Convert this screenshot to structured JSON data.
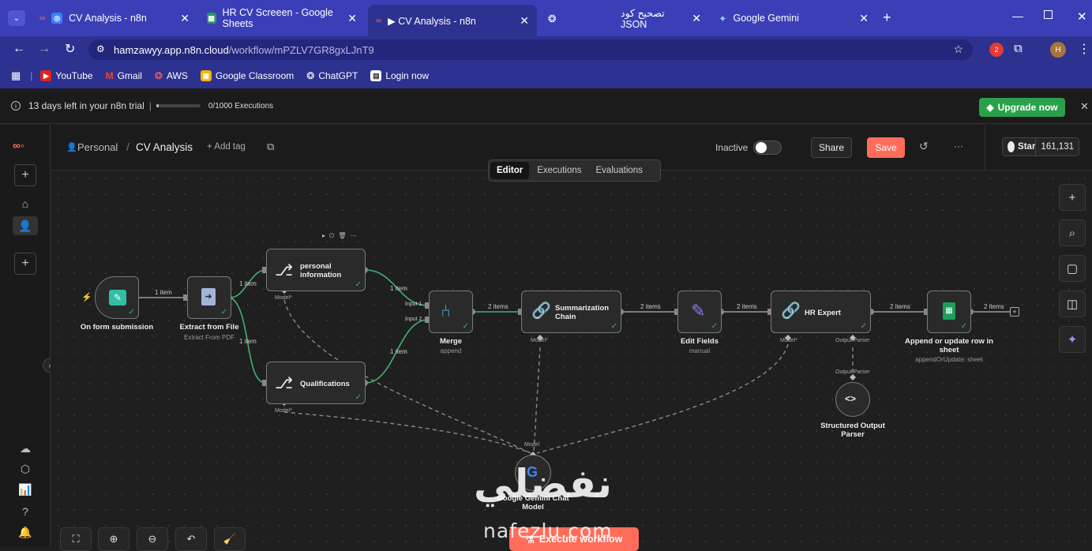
{
  "browser": {
    "tabs": [
      {
        "title": "CV Analysis - n8n"
      },
      {
        "title": "HR CV Screeen - Google Sheets"
      },
      {
        "title": "▶ CV Analysis - n8n"
      },
      {
        "title": ""
      },
      {
        "title": "تصحيح كود JSON"
      },
      {
        "title": "Google Gemini"
      }
    ],
    "new_tab": "+",
    "url_host": "hamzawyy.app.n8n.cloud",
    "url_path": "/workflow/mPZLV7GR8gxLJnT9",
    "profile_initial": "H",
    "ext_badge": "2",
    "bookmarks": [
      "YouTube",
      "Gmail",
      "AWS",
      "Google Classroom",
      "ChatGPT",
      "Login now"
    ]
  },
  "trial": {
    "text": "13 days left in your n8n trial",
    "executions": "0/1000 Executions",
    "progress": 0.02,
    "upgrade_label": "Upgrade now"
  },
  "header": {
    "breadcrumb_root": "Personal",
    "separator": "/",
    "workflow_name": "CV Analysis",
    "add_tag": "+ Add tag",
    "inactive_label": "Inactive",
    "share_label": "Share",
    "save_label": "Save",
    "more": "···",
    "star_label": "Star",
    "star_count": "161,131"
  },
  "tabs": [
    {
      "label": "Editor",
      "active": true
    },
    {
      "label": "Executions",
      "active": false
    },
    {
      "label": "Evaluations",
      "active": false
    }
  ],
  "nodes": {
    "form": {
      "label": "On form submission"
    },
    "extract": {
      "label": "Extract from File",
      "sub": "Extract From PDF"
    },
    "personal": {
      "label": "personal information",
      "model": "Model*"
    },
    "qualifications": {
      "label": "Qualifications",
      "model": "Model*"
    },
    "merge": {
      "label": "Merge",
      "sub": "append",
      "input1": "Input 1",
      "input2": "Input 2"
    },
    "summarization": {
      "label": "Summarization Chain",
      "model": "Model*"
    },
    "edit": {
      "label": "Edit Fields",
      "sub": "manual"
    },
    "hr": {
      "label": "HR Expert",
      "model": "Model*",
      "parser": "Output Parser"
    },
    "sheets": {
      "label": "Append or update row in sheet",
      "sub": "appendOrUpdate: sheet"
    },
    "parser": {
      "label": "Structured Output Parser",
      "port": "Output Parser"
    },
    "gemini": {
      "label": "Google Gemini Chat Model",
      "port": "Model"
    }
  },
  "edges": {
    "form_extract": "1 item",
    "extract_personal": "1 item",
    "extract_qual": "1 item",
    "personal_merge": "1 item",
    "qual_merge": "1 item",
    "merge_sum": "2 items",
    "sum_edit": "2 items",
    "edit_hr": "2 items",
    "hr_sheets": "2 items",
    "sheets_out": "2 items"
  },
  "execute_label": "Execute workflow",
  "watermark": {
    "main": "نفضلي",
    "sub": "nafezlu.com"
  },
  "colors": {
    "chrome": "#3a3fb8",
    "accent": "#ff6d5a",
    "upgrade": "#2aa04a",
    "success": "#3cb371"
  }
}
